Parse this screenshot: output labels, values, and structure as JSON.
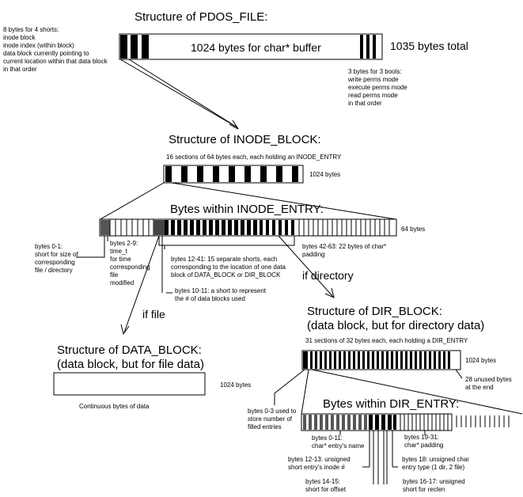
{
  "pdos": {
    "title": "Structure of PDOS_FILE:",
    "buffer_label": "1024 bytes for char* buffer",
    "total_label": "1035 bytes total",
    "shorts_note": [
      "8 bytes for 4 shorts:",
      "inode block",
      "inode index (within block)",
      "data block currently pointing to",
      "current location within that data block",
      "in that order"
    ],
    "bools_note": [
      "3 bytes for 3 bools:",
      "write perms mode",
      "execute perms mode",
      "read perms mode",
      "in that order"
    ]
  },
  "inode_block": {
    "title": "Structure of INODE_BLOCK:",
    "subtitle": "16 sections of 64 bytes each, each holding an INODE_ENTRY",
    "size_label": "1024 bytes"
  },
  "inode_entry": {
    "title": "Bytes within INODE_ENTRY:",
    "size_label": "64 bytes",
    "note_0_1": [
      "bytes 0-1:",
      "short for size of",
      "corresponding",
      "file / directory"
    ],
    "note_2_9": [
      "bytes 2-9:",
      "time_t",
      "for time",
      "corresponding",
      "file",
      "modified"
    ],
    "note_12_41": [
      "bytes 12-41: 15 separate shorts, each",
      "corresponding to the location of one data",
      "block of DATA_BLOCK or DIR_BLOCK"
    ],
    "note_10_11": [
      "bytes 10-11: a short to represent",
      "the # of data blocks used"
    ],
    "note_42_63": [
      "bytes 42-63: 22 bytes of char*",
      "padding"
    ]
  },
  "branch": {
    "if_file": "if file",
    "if_directory": "if directory"
  },
  "data_block": {
    "title_1": "Structure of DATA_BLOCK:",
    "title_2": "(data block, but for file data)",
    "size_label": "1024 bytes",
    "caption": "Continuous bytes of data"
  },
  "dir_block": {
    "title_1": "Structure of DIR_BLOCK:",
    "title_2": "(data block, but for directory data)",
    "subtitle": "31 sections of 32 bytes each, each holding a DIR_ENTRY",
    "size_label": "1024 bytes",
    "unused_note": [
      "28 unused bytes",
      "at the end"
    ],
    "bytes_0_3_note": [
      "bytes 0-3 used to",
      "store number of",
      "filled entries"
    ]
  },
  "dir_entry": {
    "title": "Bytes within DIR_ENTRY:",
    "note_0_11": [
      "bytes 0-11:",
      "char* entry's name"
    ],
    "note_19_31": [
      "bytes 19-31:",
      "char* padding"
    ],
    "note_12_13": [
      "bytes 12-13: unsigned",
      "short entry's inode #"
    ],
    "note_18": [
      "bytes 18: unsigned char",
      "entry type (1 dir, 2 file)"
    ],
    "note_14_15": [
      "bytes 14-15:",
      "short for offset"
    ],
    "note_16_17": [
      "bytes 16-17: unsigned",
      "short for reclen"
    ]
  }
}
